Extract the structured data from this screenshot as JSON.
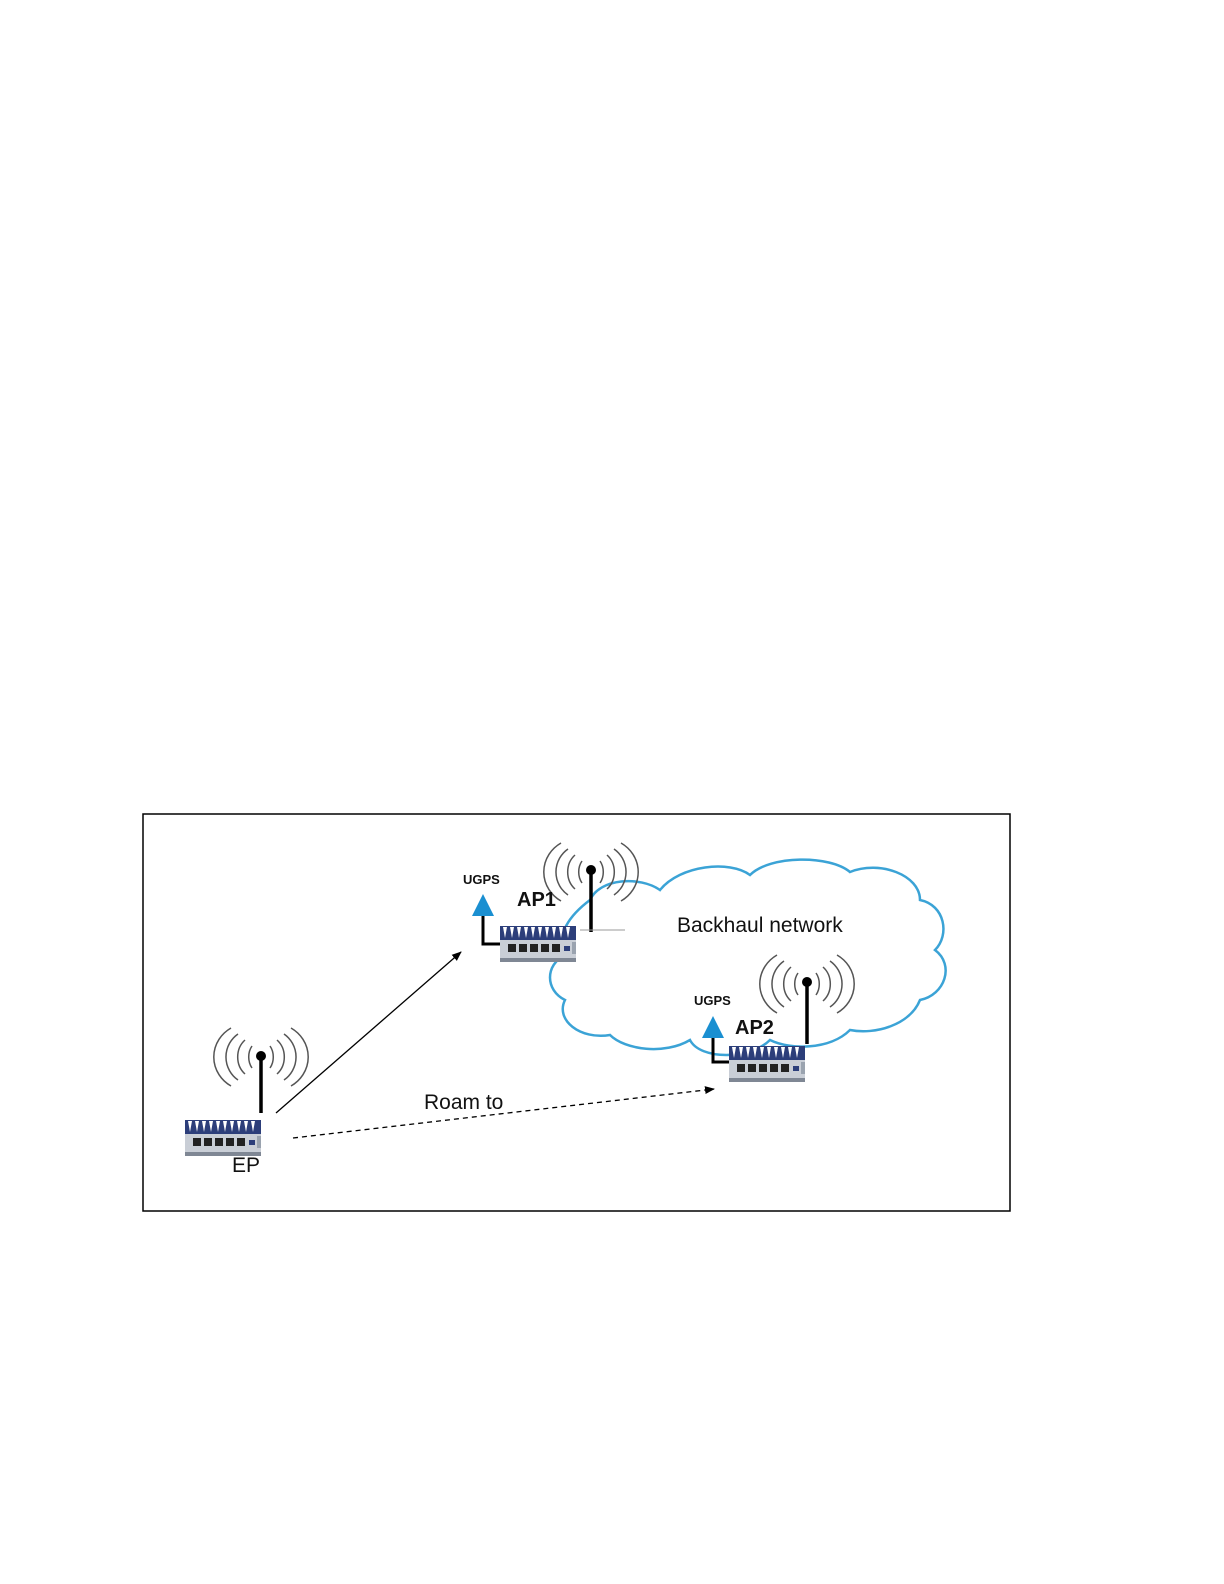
{
  "diagram": {
    "cloud_label": "Backhaul network",
    "roam_label": "Roam to",
    "nodes": [
      {
        "id": "ap1",
        "label": "AP1",
        "gps_label": "UGPS"
      },
      {
        "id": "ap2",
        "label": "AP2",
        "gps_label": "UGPS"
      },
      {
        "id": "ep",
        "label": "EP"
      }
    ],
    "colors": {
      "cloud_stroke": "#3ba3d6",
      "gps_marker": "#1a8fd1",
      "device_body": "#2c3e7a",
      "device_stripes": "#ffffff",
      "line": "#000000"
    },
    "icons": [
      "wireless-antenna-icon",
      "gps-antenna-icon",
      "router-device-icon",
      "cloud-icon"
    ]
  }
}
